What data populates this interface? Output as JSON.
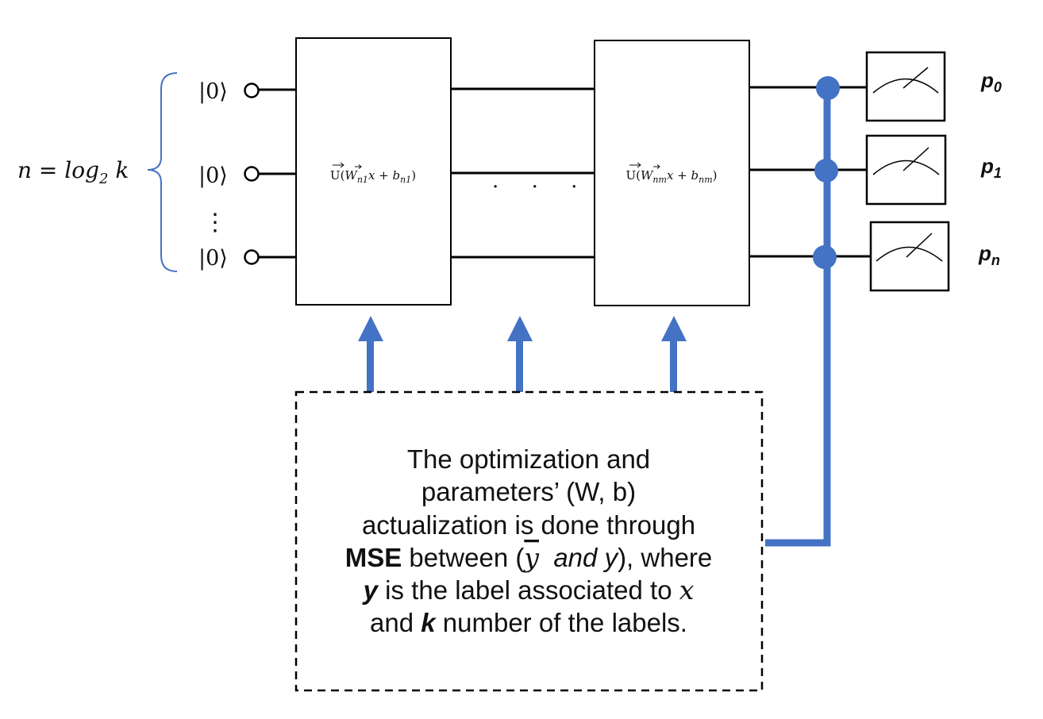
{
  "colors": {
    "accent": "#4472c4",
    "line": "#000000",
    "text": "#111111"
  },
  "register": {
    "equation_var": "n = log",
    "equation_sub": "2",
    "equation_k": " k",
    "qubits": [
      "|0⟩",
      "|0⟩",
      "|0⟩"
    ],
    "dots": "⋮"
  },
  "gates": {
    "first": {
      "u": "U(",
      "w": "W",
      "w_sub": "n1",
      "x": "x",
      "plus": " + b",
      "b_sub": "n1",
      "close": ")"
    },
    "middle_dots": ".     .     .",
    "last": {
      "u": "U(",
      "w": "W",
      "w_sub": "nm",
      "x": "x",
      "plus": " + b",
      "b_sub": "nm",
      "close": ")"
    }
  },
  "outputs": [
    {
      "p": "p",
      "sub": "0"
    },
    {
      "p": "p",
      "sub": "1"
    },
    {
      "p": "p",
      "sub": "n"
    }
  ],
  "caption": {
    "line1": "The optimization and",
    "line2": "parameters’ (W, b)",
    "line3": "actualization is done through",
    "line4_bold": "MSE",
    "line4_rest_a": " between (",
    "line4_ybar": "y",
    "line4_and": "  and ",
    "line4_y": "y",
    "line4_end": "), where",
    "line5_bold": "y",
    "line5_rest": " is the label associated to ",
    "line5_x": "x",
    "line6_a": "and ",
    "line6_bold": "k",
    "line6_rest": " number of the labels."
  }
}
